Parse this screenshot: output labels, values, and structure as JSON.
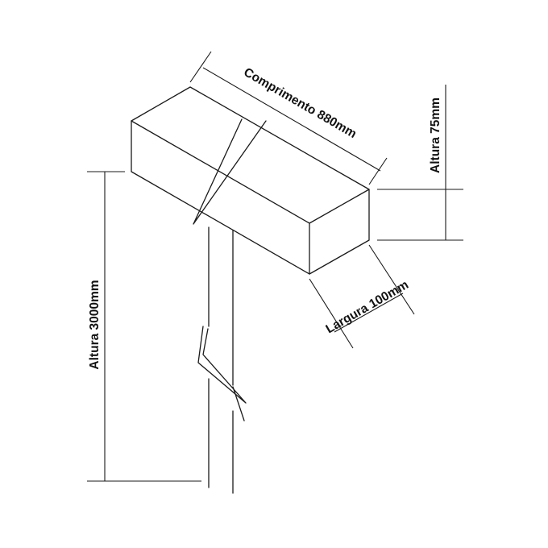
{
  "labels": {
    "comprimento": "Comprimento 880mm",
    "largura": "Largura 100mm",
    "altura_bloco": "Altura 75mm",
    "altura_total": "Altura 3000mm"
  },
  "colors": {
    "stroke": "#1a1a1a",
    "background": "#ffffff"
  }
}
